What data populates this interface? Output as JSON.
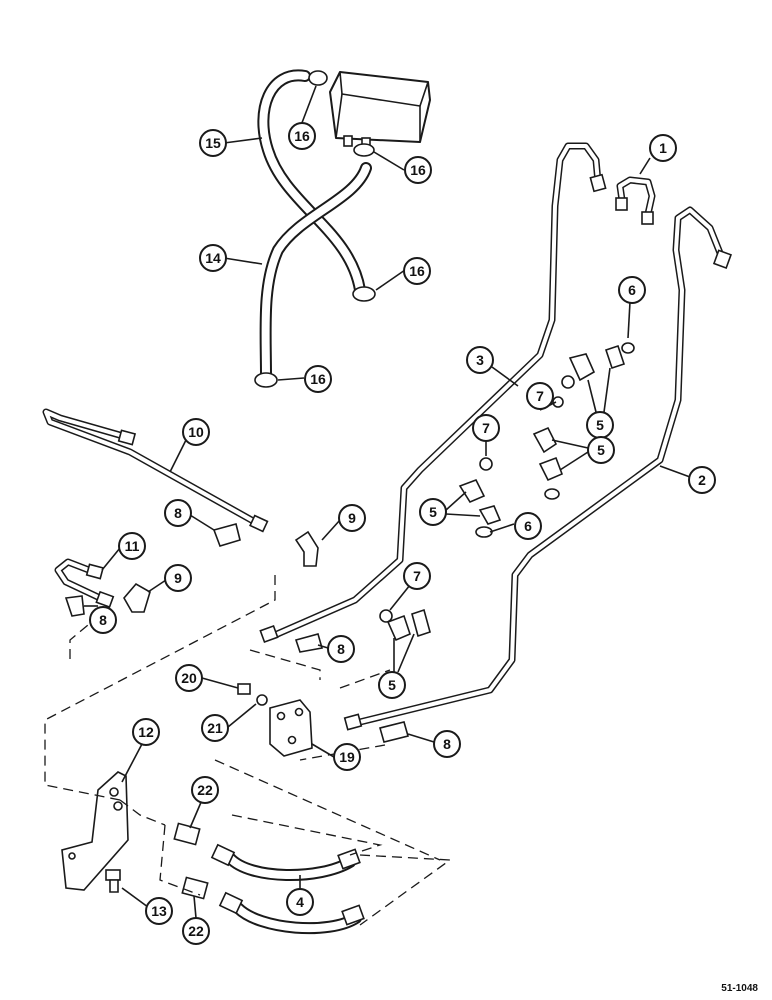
{
  "figure_code": "51-1048",
  "callouts": [
    {
      "label": "1"
    },
    {
      "label": "2"
    },
    {
      "label": "3"
    },
    {
      "label": "4"
    },
    {
      "label": "5"
    },
    {
      "label": "5"
    },
    {
      "label": "5"
    },
    {
      "label": "5"
    },
    {
      "label": "6"
    },
    {
      "label": "6"
    },
    {
      "label": "7"
    },
    {
      "label": "7"
    },
    {
      "label": "7"
    },
    {
      "label": "8"
    },
    {
      "label": "8"
    },
    {
      "label": "8"
    },
    {
      "label": "8"
    },
    {
      "label": "9"
    },
    {
      "label": "9"
    },
    {
      "label": "10"
    },
    {
      "label": "11"
    },
    {
      "label": "12"
    },
    {
      "label": "13"
    },
    {
      "label": "14"
    },
    {
      "label": "15"
    },
    {
      "label": "16"
    },
    {
      "label": "16"
    },
    {
      "label": "16"
    },
    {
      "label": "16"
    },
    {
      "label": "19"
    },
    {
      "label": "20"
    },
    {
      "label": "21"
    },
    {
      "label": "22"
    },
    {
      "label": "22"
    }
  ]
}
